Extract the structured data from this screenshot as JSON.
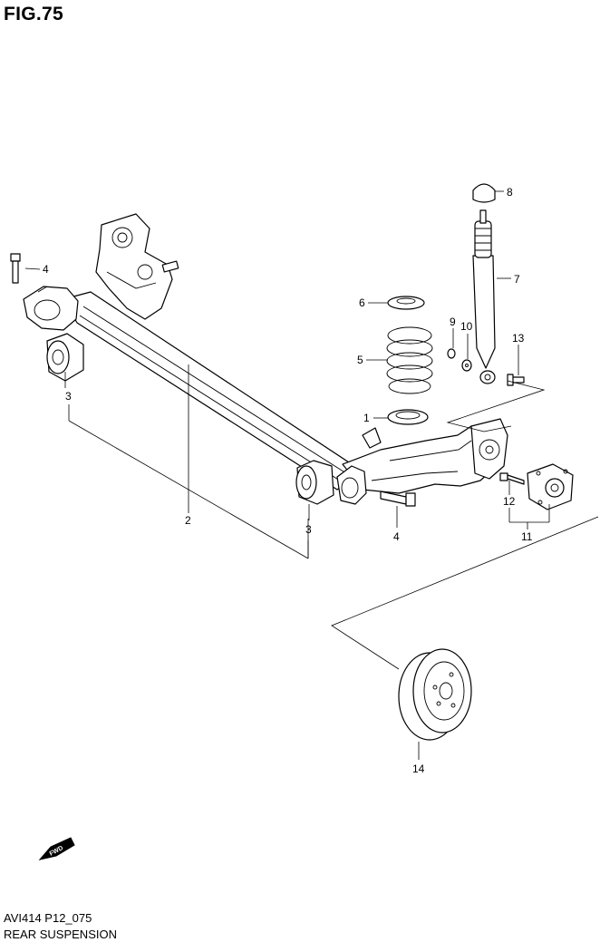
{
  "figure": {
    "title": "FIG.75"
  },
  "footer": {
    "code": "AVI414 P12_075",
    "caption": "REAR SUSPENSION"
  },
  "fwd_badge": {
    "text": "FWD"
  },
  "callouts": {
    "c1": "1",
    "c2": "2",
    "c3a": "3",
    "c3b": "3",
    "c4a": "4",
    "c4b": "4",
    "c5": "5",
    "c6": "6",
    "c7": "7",
    "c8": "8",
    "c9": "9",
    "c10": "10",
    "c11": "11",
    "c12": "12",
    "c13": "13",
    "c14": "14"
  }
}
